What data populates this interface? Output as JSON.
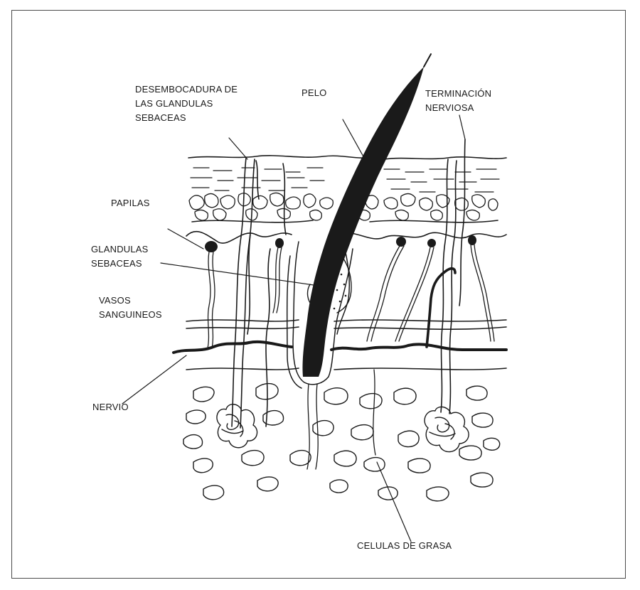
{
  "labels": {
    "desembocadura": "DESEMBOCADURA DE\nLAS GLANDULAS\nSEBACEAS",
    "pelo": "PELO",
    "terminacion": "TERMINACIÓN\nNERVIOSA",
    "papilas": "PAPILAS",
    "glandulas": "GLANDULAS\nSEBACEAS",
    "vasos": "VASOS\nSANGUINEOS",
    "nervio": "NERVIO",
    "celulas": "CELULAS DE GRASA"
  },
  "colors": {
    "ink": "#1a1a1a",
    "frame": "#4a4a4a",
    "background": "#ffffff"
  }
}
